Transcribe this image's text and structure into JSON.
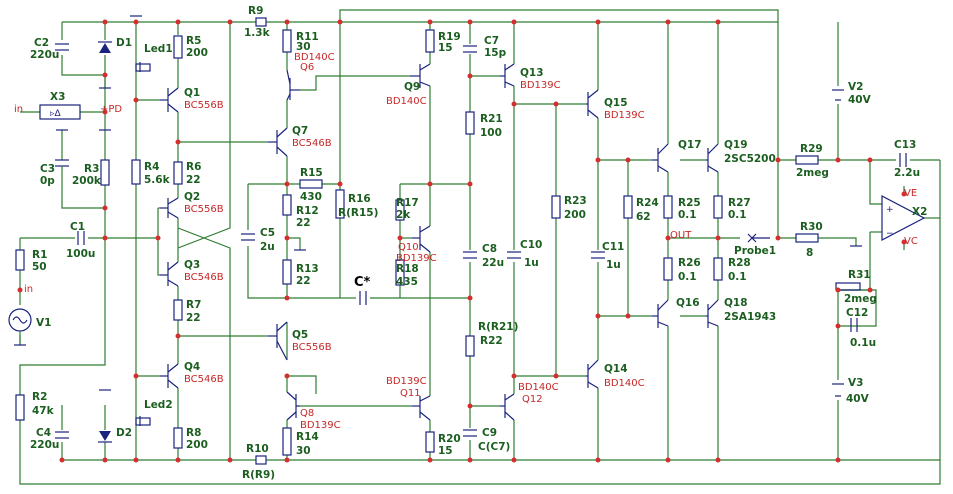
{
  "labels": {
    "R9": "R9",
    "R9_val": "1.3k",
    "R11": "R11",
    "R11_val": "30",
    "Q6_type": "BD140C",
    "Q6": "Q6",
    "R19": "R19",
    "R19_val": "15",
    "C7": "C7",
    "C7_val": "15p",
    "Q9": "Q9",
    "Q9_type": "BD140C",
    "Q13": "Q13",
    "Q13_type": "BD139C",
    "Q15": "Q15",
    "Q15_type": "BD139C",
    "V2": "V2",
    "V2_val": "40V",
    "C2": "C2",
    "C2_val": "220u",
    "D1": "D1",
    "Led1": "Led1",
    "R5": "R5",
    "R5_val": "200",
    "Q1": "Q1",
    "Q1_type": "BC556B",
    "Q7": "Q7",
    "Q7_type": "BC546B",
    "R21": "R21",
    "R21_val": "100",
    "X3": "X3",
    "in_left": "in",
    "PD": "+PD",
    "C3": "C3",
    "C3_val": "0p",
    "R3": "R3",
    "R3_val": "200k",
    "R4": "R4",
    "R4_val": "5.6k",
    "R6": "R6",
    "R6_val": "22",
    "R15": "R15",
    "R15_val": "430",
    "R16": "R16",
    "R16_val": "R(R15)",
    "R17": "R17",
    "R17_val": "2k",
    "R23": "R23",
    "R23_val": "200",
    "R24": "R24",
    "R24_val": "62",
    "Q17": "Q17",
    "Q19": "Q19",
    "Q19_type": "2SC5200",
    "R29": "R29",
    "R29_val": "2meg",
    "C13": "C13",
    "C13_val": "2.2u",
    "Q2": "Q2",
    "Q2_type": "BC556B",
    "R12": "R12",
    "R12_val": "22",
    "R25": "R25",
    "R25_val": "0.1",
    "R27": "R27",
    "R27_val": "0.1",
    "VE": "VE",
    "X2": "X2",
    "C1": "C1",
    "C1_val": "100u",
    "C5": "C5",
    "C5_val": "2u",
    "Q10": "Q10",
    "Q10_type": "BD139C",
    "C8": "C8",
    "C8_val": "22u",
    "C10": "C10",
    "C10_val": "1u",
    "C11": "C11",
    "C11_val": "1u",
    "OUT": "OUT",
    "Probe1": "Probe1",
    "R30": "R30",
    "R30_val": "8",
    "VC": "VC",
    "R1": "R1",
    "R1_val": "50",
    "Q3": "Q3",
    "Q3_type": "BC546B",
    "R13": "R13",
    "R13_val": "22",
    "R18": "R18",
    "R18_val": "435",
    "Cstar": "C*",
    "R26": "R26",
    "R26_val": "0.1",
    "R28": "R28",
    "R28_val": "0.1",
    "R31": "R31",
    "R31_val": "2meg",
    "in_src": "in",
    "V1": "V1",
    "R7": "R7",
    "R7_val": "22",
    "Q16": "Q16",
    "Q18": "Q18",
    "Q18_type": "2SA1943",
    "C12": "C12",
    "C12_val": "0.1u",
    "Q5": "Q5",
    "Q5_type": "BC556B",
    "R22": "R(R21)",
    "R22_val": "R22",
    "Q14": "Q14",
    "Q14_type": "BD140C",
    "Q4": "Q4",
    "Q4_type": "BC546B",
    "Q11_type": "BD139C",
    "Q11": "Q11",
    "Q12_type": "BD140C",
    "Q12": "Q12",
    "V3": "V3",
    "V3_val": "40V",
    "R2": "R2",
    "R2_val": "47k",
    "Led2": "Led2",
    "C4": "C4",
    "C4_val": "220u",
    "D2": "D2",
    "R8": "R8",
    "R8_val": "200",
    "Q8": "Q8",
    "Q8_type": "BD139C",
    "R14": "R14",
    "R14_val": "30",
    "R20": "R20",
    "R20_val": "15",
    "C9": "C9",
    "C9_val": "C(C7)",
    "R10": "R10",
    "R10_val": "R(R9)"
  },
  "colors": {
    "wire": "#2e7d32",
    "component": "#1a237e",
    "node": "#d32f2f",
    "label_green": "#1b5e20",
    "label_red": "#c62828"
  }
}
